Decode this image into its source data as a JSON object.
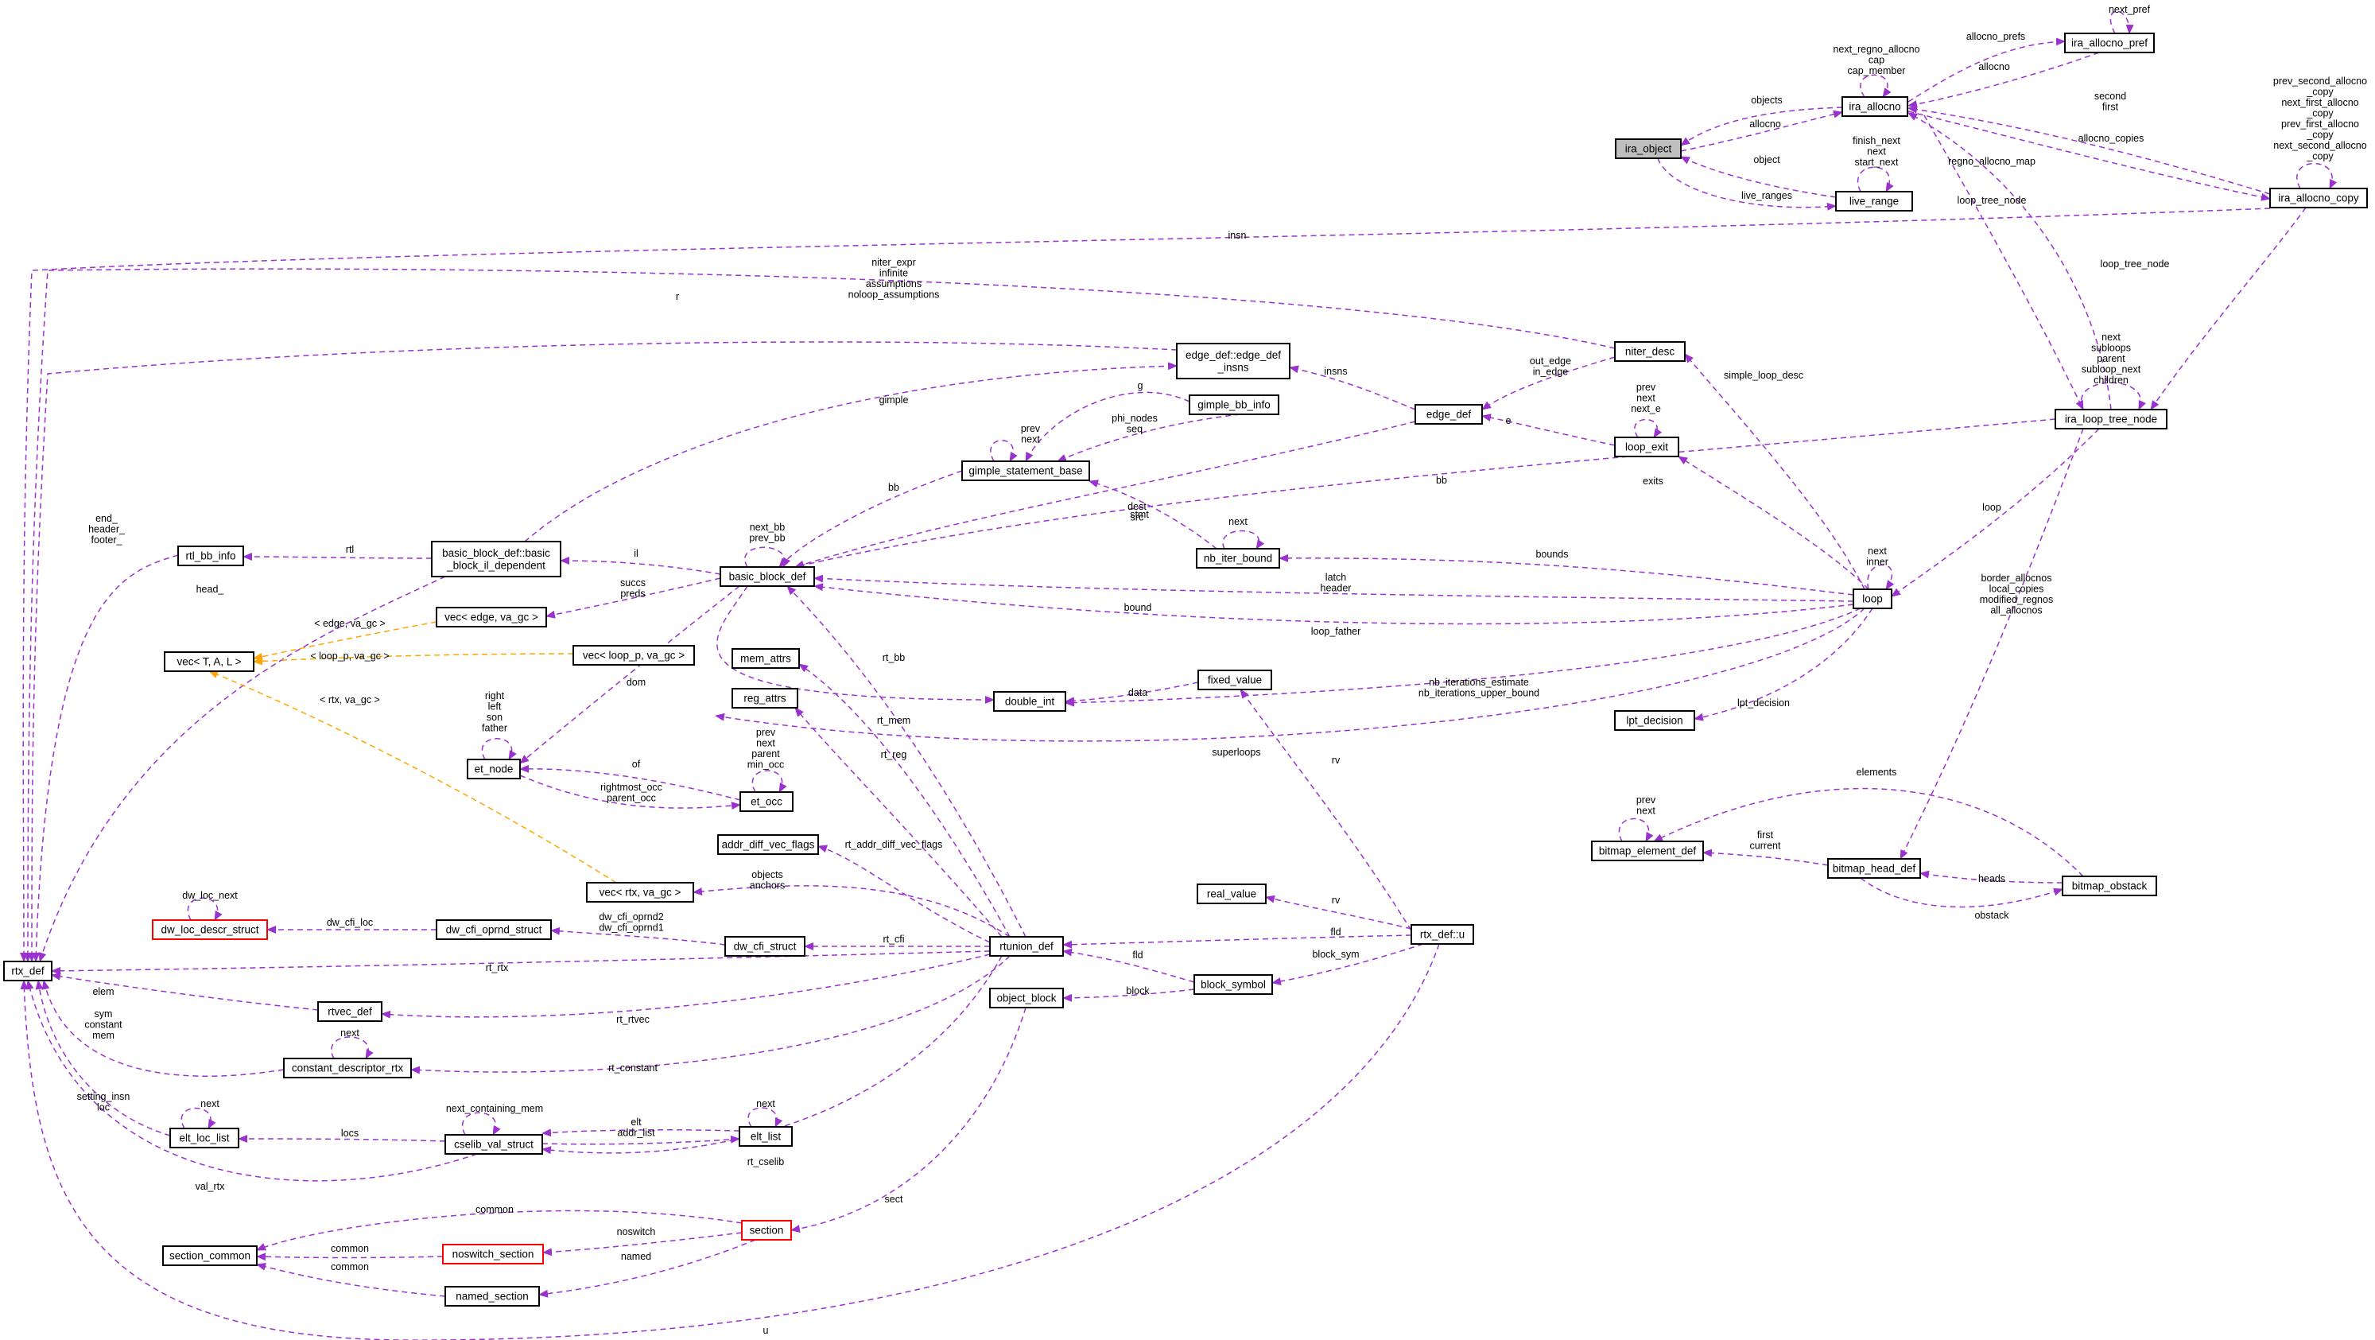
{
  "diagram": {
    "colors": {
      "edge": "#9a32cd",
      "template_edge": "#ffa500",
      "box_border": "#000000",
      "incomplete_border": "#ff0000",
      "focus_fill": "#bfbfbf"
    },
    "nodes": {
      "ira_object": [
        "ira_object"
      ],
      "ira_allocno": [
        "ira_allocno"
      ],
      "ira_allocno_pref": [
        "ira_allocno_pref"
      ],
      "live_range": [
        "live_range"
      ],
      "ira_allocno_copy": [
        "ira_allocno_copy"
      ],
      "ira_loop_tree_node": [
        "ira_loop_tree_node"
      ],
      "niter_desc": [
        "niter_desc"
      ],
      "edge_def_insns": [
        "edge_def::edge_def",
        "_insns"
      ],
      "gimple_bb_info": [
        "gimple_bb_info"
      ],
      "edge_def": [
        "edge_def"
      ],
      "loop_exit": [
        "loop_exit"
      ],
      "gimple_statement_base": [
        "gimple_statement_base"
      ],
      "rtl_bb_info": [
        "rtl_bb_info"
      ],
      "basic_block_il_dependent": [
        "basic_block_def::basic",
        "_block_il_dependent"
      ],
      "basic_block_def": [
        "basic_block_def"
      ],
      "nb_iter_bound": [
        "nb_iter_bound"
      ],
      "loop": [
        "loop"
      ],
      "vec_edge": [
        "vec< edge, va_gc >"
      ],
      "vec_tal": [
        "vec< T, A, L >"
      ],
      "vec_loop_p": [
        "vec< loop_p, va_gc >"
      ],
      "mem_attrs": [
        "mem_attrs"
      ],
      "double_int": [
        "double_int"
      ],
      "fixed_value": [
        "fixed_value"
      ],
      "lpt_decision": [
        "lpt_decision"
      ],
      "reg_attrs": [
        "reg_attrs"
      ],
      "et_node": [
        "et_node"
      ],
      "et_occ": [
        "et_occ"
      ],
      "bitmap_element_def": [
        "bitmap_element_def"
      ],
      "bitmap_head_def": [
        "bitmap_head_def"
      ],
      "bitmap_obstack": [
        "bitmap_obstack"
      ],
      "addr_diff_vec_flags": [
        "addr_diff_vec_flags"
      ],
      "vec_rtx": [
        "vec< rtx, va_gc >"
      ],
      "dw_loc_descr_struct": [
        "dw_loc_descr_struct"
      ],
      "dw_cfi_oprnd_struct": [
        "dw_cfi_oprnd_struct"
      ],
      "dw_cfi_struct": [
        "dw_cfi_struct"
      ],
      "real_value": [
        "real_value"
      ],
      "rtunion_def": [
        "rtunion_def"
      ],
      "rtx_def_u": [
        "rtx_def::u"
      ],
      "rtx_def": [
        "rtx_def"
      ],
      "block_symbol": [
        "block_symbol"
      ],
      "object_block": [
        "object_block"
      ],
      "rtvec_def": [
        "rtvec_def"
      ],
      "constant_descriptor_rtx": [
        "constant_descriptor_rtx"
      ],
      "elt_loc_list": [
        "elt_loc_list"
      ],
      "cselib_val_struct": [
        "cselib_val_struct"
      ],
      "elt_list": [
        "elt_list"
      ],
      "section": [
        "section"
      ],
      "noswitch_section": [
        "noswitch_section"
      ],
      "section_common": [
        "section_common"
      ],
      "named_section": [
        "named_section"
      ]
    },
    "edge_labels": {
      "next_pref": [
        "next_pref"
      ],
      "allocno_prefs": [
        "allocno_prefs"
      ],
      "next_regno_allocno": [
        "next_regno_allocno",
        "cap",
        "cap_member"
      ],
      "allocno_a": [
        "allocno"
      ],
      "objects": [
        "objects"
      ],
      "allocno_b": [
        "allocno"
      ],
      "second_first": [
        "second",
        "first"
      ],
      "copy_links": [
        "prev_second_allocno",
        "_copy",
        "next_first_allocno",
        "_copy",
        "prev_first_allocno",
        "_copy",
        "next_second_allocno",
        "_copy"
      ],
      "finish_next": [
        "finish_next",
        "next",
        "start_next"
      ],
      "object": [
        "object"
      ],
      "live_ranges": [
        "live_ranges"
      ],
      "allocno_copies": [
        "allocno_copies"
      ],
      "regno_allocno_map": [
        "regno_allocno_map"
      ],
      "loop_tree_node_a": [
        "loop_tree_node"
      ],
      "loop_tree_node_b": [
        "loop_tree_node"
      ],
      "insn": [
        "insn"
      ],
      "niter_fields": [
        "niter_expr",
        "infinite",
        "assumptions",
        "noloop_assumptions"
      ],
      "r": [
        "r"
      ],
      "subloops": [
        "next",
        "subloops",
        "parent",
        "subloop_next",
        "children"
      ],
      "gimple": [
        "gimple"
      ],
      "g": [
        "g"
      ],
      "insns": [
        "insns"
      ],
      "out_edge": [
        "out_edge",
        "in_edge"
      ],
      "simple_loop_desc": [
        "simple_loop_desc"
      ],
      "phi_nodes": [
        "phi_nodes",
        "seq"
      ],
      "prev_next_e": [
        "prev",
        "next",
        "next_e"
      ],
      "e": [
        "e"
      ],
      "prev_next_gsb": [
        "prev",
        "next"
      ],
      "bb_a": [
        "bb"
      ],
      "bb_b": [
        "bb"
      ],
      "stmt": [
        "stmt"
      ],
      "exits": [
        "exits"
      ],
      "dest_src": [
        "dest",
        "src"
      ],
      "next_nb": [
        "next"
      ],
      "loop_lbl": [
        "loop"
      ],
      "next_bb": [
        "next_bb",
        "prev_bb"
      ],
      "end_header": [
        "end_",
        "header_",
        "footer_"
      ],
      "rtl": [
        "rtl"
      ],
      "il": [
        "il"
      ],
      "bounds": [
        "bounds"
      ],
      "next_inner": [
        "next",
        "inner"
      ],
      "head": [
        "head_"
      ],
      "succs": [
        "succs",
        "preds"
      ],
      "latch": [
        "latch",
        "header"
      ],
      "border_allocnos": [
        "border_allocnos",
        "local_copies",
        "modified_regnos",
        "all_allocnos"
      ],
      "bound": [
        "bound"
      ],
      "edge_va_gc": [
        "< edge, va_gc >"
      ],
      "loop_p_va_gc": [
        "< loop_p, va_gc >"
      ],
      "loop_father": [
        "loop_father"
      ],
      "rt_bb": [
        "rt_bb"
      ],
      "data": [
        "data"
      ],
      "nb_iterations": [
        "nb_iterations_estimate",
        "nb_iterations_upper_bound"
      ],
      "dom": [
        "dom"
      ],
      "rtx_va_gc": [
        "< rtx, va_gc >"
      ],
      "rt_mem": [
        "rt_mem"
      ],
      "lpt_decision": [
        "lpt_decision"
      ],
      "right_left": [
        "right",
        "left",
        "son",
        "father"
      ],
      "prev_parent": [
        "prev",
        "next",
        "parent",
        "min_occ"
      ],
      "rt_reg": [
        "rt_reg"
      ],
      "superloops": [
        "superloops"
      ],
      "elements": [
        "elements"
      ],
      "prev_next_bed": [
        "prev",
        "next"
      ],
      "of": [
        "of"
      ],
      "rv_a": [
        "rv"
      ],
      "rightmost_occ": [
        "rightmost_occ",
        "parent_occ"
      ],
      "first_current": [
        "first",
        "current"
      ],
      "rt_addr_diff": [
        "rt_addr_diff_vec_flags"
      ],
      "heads": [
        "heads"
      ],
      "objects_anchors": [
        "objects",
        "anchors"
      ],
      "dw_loc_next": [
        "dw_loc_next"
      ],
      "obstack": [
        "obstack"
      ],
      "dw_cfi_loc": [
        "dw_cfi_loc"
      ],
      "rv_b": [
        "rv"
      ],
      "dw_cfi_oprnd": [
        "dw_cfi_oprnd2",
        "dw_cfi_oprnd1"
      ],
      "rt_cfi": [
        "rt_cfi"
      ],
      "fld_a": [
        "fld"
      ],
      "fld_b": [
        "fld"
      ],
      "rt_rtx": [
        "rt_rtx"
      ],
      "block_sym": [
        "block_sym"
      ],
      "block": [
        "block"
      ],
      "elem": [
        "elem"
      ],
      "next_cdr": [
        "next"
      ],
      "rt_rtvec": [
        "rt_rtvec"
      ],
      "sym_constant": [
        "sym",
        "constant",
        "mem"
      ],
      "rt_constant": [
        "rt_constant"
      ],
      "next_containing_mem": [
        "next_containing_mem"
      ],
      "next_eloc": [
        "next"
      ],
      "next_elt": [
        "next"
      ],
      "setting_insn": [
        "setting_insn",
        "loc"
      ],
      "locs": [
        "locs"
      ],
      "elt_addr": [
        "elt",
        "addr_list"
      ],
      "rt_cselib": [
        "rt_cselib"
      ],
      "val_rtx": [
        "val_rtx"
      ],
      "sect": [
        "sect"
      ],
      "common_a": [
        "common"
      ],
      "noswitch": [
        "noswitch"
      ],
      "common_b": [
        "common"
      ],
      "named": [
        "named"
      ],
      "common_c": [
        "common"
      ],
      "u": [
        "u"
      ]
    }
  }
}
